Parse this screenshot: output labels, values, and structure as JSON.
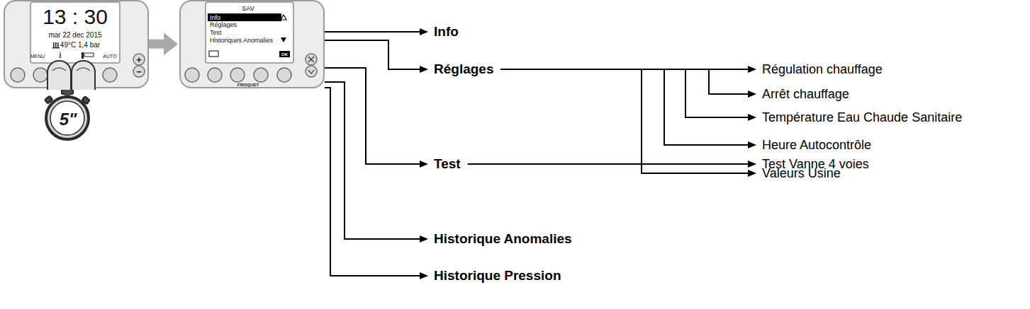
{
  "diagram": {
    "nodes": [
      {
        "text": [
          "13 : 30",
          "mar 22 dec 2015",
          "49°C 1,4 bar",
          "MENU",
          "i",
          "AUTO",
          "+",
          "−"
        ]
      },
      {
        "text": [
          "SAV",
          "Info",
          "Réglages",
          "Test",
          "Historiques Anomalies",
          "OK",
          "FRISQUET"
        ]
      },
      {
        "text": [
          "Info"
        ]
      },
      {
        "text": [
          "Réglages"
        ]
      },
      {
        "text": [
          "Régulation chauffage"
        ]
      },
      {
        "text": [
          "Arrêt chauffage"
        ]
      },
      {
        "text": [
          "Température Eau Chaude Sanitaire"
        ]
      },
      {
        "text": [
          "Heure Autocontrôle"
        ]
      },
      {
        "text": [
          "Valeurs Usine"
        ]
      },
      {
        "text": [
          "Test"
        ]
      },
      {
        "text": [
          "Test Vanne 4 voies"
        ]
      },
      {
        "text": [
          "Historique Anomalies"
        ]
      },
      {
        "text": [
          "Historique Pression"
        ]
      }
    ],
    "edges": [
      {
        "from": 0,
        "to": 1,
        "arrow": "to"
      },
      {
        "from": 1,
        "to": 2,
        "arrow": "to"
      },
      {
        "from": 1,
        "to": 3,
        "arrow": "to"
      },
      {
        "from": 3,
        "to": 4,
        "arrow": "to"
      },
      {
        "from": 3,
        "to": 5,
        "arrow": "to"
      },
      {
        "from": 3,
        "to": 6,
        "arrow": "to"
      },
      {
        "from": 3,
        "to": 7,
        "arrow": "to"
      },
      {
        "from": 3,
        "to": 8,
        "arrow": "to"
      },
      {
        "from": 1,
        "to": 9,
        "arrow": "to"
      },
      {
        "from": 9,
        "to": 10,
        "arrow": "to"
      },
      {
        "from": 1,
        "to": 11,
        "arrow": "to"
      },
      {
        "from": 1,
        "to": 12,
        "arrow": "to"
      }
    ],
    "labels": [
      "5\""
    ]
  }
}
